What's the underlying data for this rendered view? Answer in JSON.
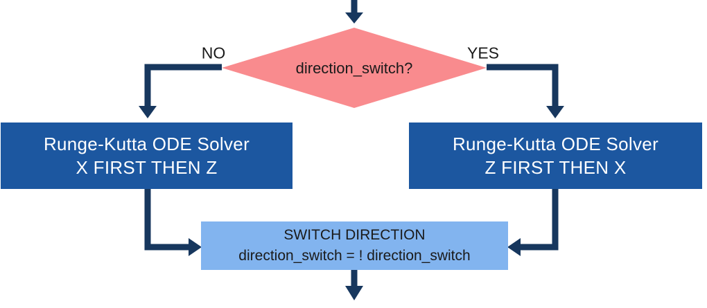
{
  "colors": {
    "arrow": "#17375E",
    "decision_fill": "#F98B8E",
    "process_fill": "#1C57A0",
    "process_text": "#FFFFFF",
    "switch_fill": "#82B4EF",
    "label_text": "#1A1A1A",
    "background": "#FFFFFF"
  },
  "diagram": {
    "decision": {
      "label": "direction_switch?"
    },
    "branches": {
      "no": "NO",
      "yes": "YES"
    },
    "solver_left": {
      "line1": "Runge-Kutta ODE Solver",
      "line2": "X FIRST THEN Z"
    },
    "solver_right": {
      "line1": "Runge-Kutta ODE Solver",
      "line2": "Z FIRST THEN X"
    },
    "switch_box": {
      "line1": "SWITCH DIRECTION",
      "line2": "direction_switch = ! direction_switch"
    }
  }
}
